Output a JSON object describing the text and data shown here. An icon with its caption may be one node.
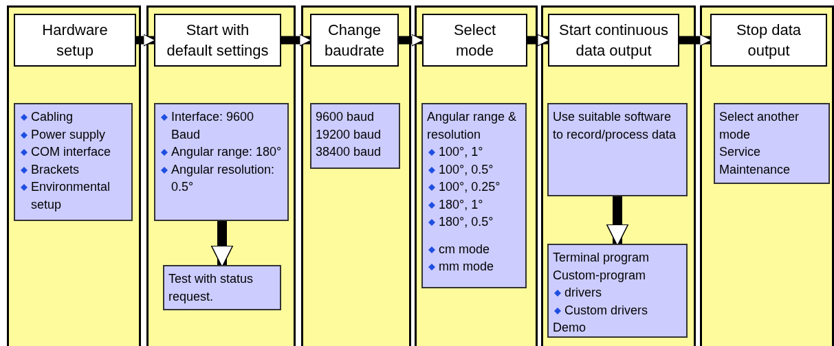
{
  "diagram": {
    "nodes": [
      {
        "text": [
          "Hardware setup"
        ]
      },
      {
        "text": [
          "Cabling",
          "Power supply",
          "COM interface",
          "Brackets",
          "Environmental setup"
        ]
      },
      {
        "text": [
          "Start with default settings"
        ]
      },
      {
        "text": [
          "Interface: 9600 Baud",
          "Angular range: 180°",
          "Angular resolution: 0.5°"
        ]
      },
      {
        "text": [
          "Test with status request."
        ]
      },
      {
        "text": [
          "Change baudrate"
        ]
      },
      {
        "text": [
          "9600 baud",
          "19200 baud",
          "38400 baud"
        ]
      },
      {
        "text": [
          "Select mode"
        ]
      },
      {
        "text": [
          "Angular range & resolution",
          "100°, 1°",
          "100°, 0.5°",
          "100°, 0.25°",
          "180°, 1°",
          "180°, 0.5°",
          "cm mode",
          "mm mode"
        ]
      },
      {
        "text": [
          "Start continuous data output"
        ]
      },
      {
        "text": [
          "Use suitable software to record/process data"
        ]
      },
      {
        "text": [
          "Terminal program",
          "Custom-program",
          "drivers",
          "Custom drivers",
          "Demo"
        ]
      },
      {
        "text": [
          "Stop data output"
        ]
      },
      {
        "text": [
          "Select another mode",
          "Service",
          "Maintenance"
        ]
      }
    ],
    "edges": [
      {
        "from": 0,
        "to": 2,
        "arrow": "to"
      },
      {
        "from": 2,
        "to": 5,
        "arrow": "to"
      },
      {
        "from": 5,
        "to": 7,
        "arrow": "to"
      },
      {
        "from": 7,
        "to": 9,
        "arrow": "to"
      },
      {
        "from": 9,
        "to": 12,
        "arrow": "to"
      },
      {
        "from": 3,
        "to": 4,
        "arrow": "to"
      },
      {
        "from": 10,
        "to": 11,
        "arrow": "to"
      }
    ]
  }
}
